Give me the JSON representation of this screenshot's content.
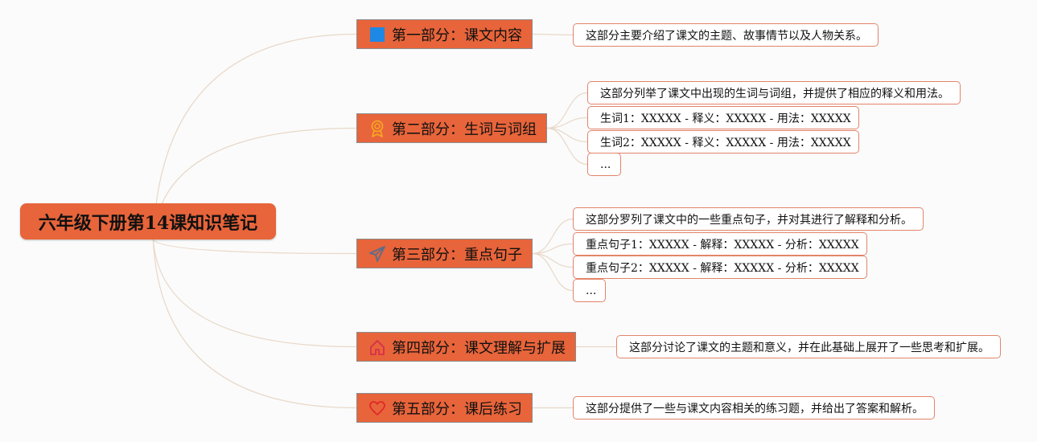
{
  "root": {
    "title": "六年级下册第14课知识笔记"
  },
  "sections": [
    {
      "title": "第一部分：课文内容",
      "icon": "square-icon",
      "items": [
        "这部分主要介绍了课文的主题、故事情节以及人物关系。"
      ]
    },
    {
      "title": "第二部分：生词与词组",
      "icon": "award-icon",
      "items": [
        "这部分列举了课文中出现的生词与词组，并提供了相应的释义和用法。",
        "生词1：XXXXX - 释义：XXXXX - 用法：XXXXX",
        "生词2：XXXXX - 释义：XXXXX - 用法：XXXXX",
        "..."
      ]
    },
    {
      "title": "第三部分：重点句子",
      "icon": "send-icon",
      "items": [
        "这部分罗列了课文中的一些重点句子，并对其进行了解释和分析。",
        "重点句子1：XXXXX - 解释：XXXXX - 分析：XXXXX",
        "重点句子2：XXXXX - 解释：XXXXX - 分析：XXXXX",
        "..."
      ]
    },
    {
      "title": "第四部分：课文理解与扩展",
      "icon": "home-icon",
      "items": [
        "这部分讨论了课文的主题和意义，并在此基础上展开了一些思考和扩展。"
      ]
    },
    {
      "title": "第五部分：课后练习",
      "icon": "heart-icon",
      "items": [
        "这部分提供了一些与课文内容相关的练习题，并给出了答案和解析。"
      ]
    }
  ],
  "colors": {
    "node_fill": "#e8643a",
    "leaf_border": "#e3846a",
    "connector": "#e8d8c8",
    "square_icon": "#1e88e5",
    "award_icon": "#f6a623",
    "send_icon": "#5a6c8c",
    "home_icon": "#d62f4b",
    "heart_icon": "#e02828"
  }
}
